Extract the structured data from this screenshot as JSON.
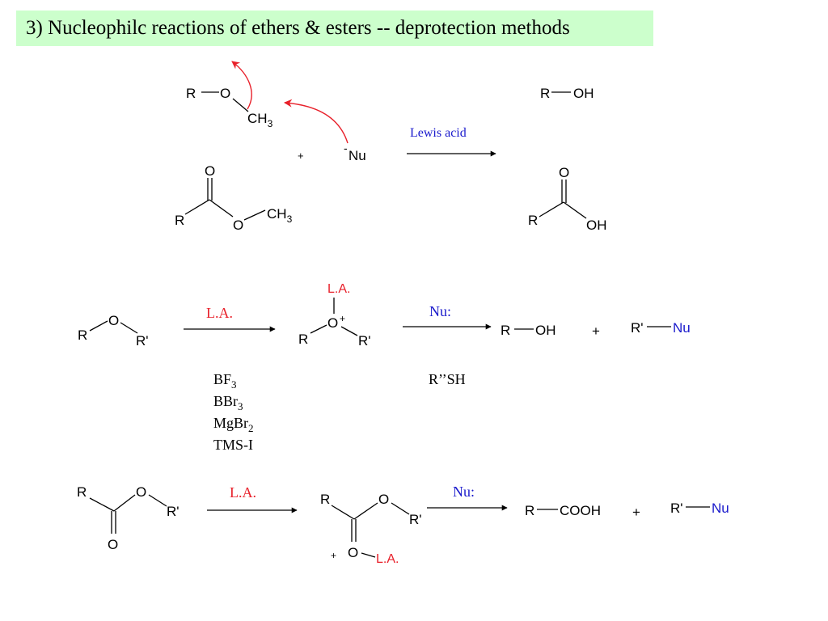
{
  "title": "3) Nucleophilc reactions of ethers & esters -- deprotection methods",
  "colors": {
    "title_bg": "#ccffcc",
    "red": "#e8212b",
    "blue": "#1a1acc",
    "black": "#000000"
  },
  "reaction1": {
    "ether": {
      "r": "R",
      "o": "O",
      "methyl": "CH",
      "methyl_sub": "3"
    },
    "plus": "+",
    "nucleophile": {
      "charge": "-",
      "label": "Nu"
    },
    "ester": {
      "r": "R",
      "carbonyl_o": "O",
      "ester_o": "O",
      "methyl": "CH",
      "methyl_sub": "3"
    },
    "reagent": "Lewis acid",
    "product_alcohol": {
      "r": "R",
      "oh": "OH"
    },
    "product_acid": {
      "r": "R",
      "carbonyl_o": "O",
      "oh": "OH"
    }
  },
  "reaction2": {
    "ether": {
      "r": "R",
      "o": "O",
      "r_prime": "R'"
    },
    "reagent": "L.A.",
    "lewis_acids": [
      {
        "base": "BF",
        "sub": "3"
      },
      {
        "base": "BBr",
        "sub": "3"
      },
      {
        "base": "MgBr",
        "sub": "2"
      },
      {
        "base": "TMS-I",
        "sub": ""
      }
    ],
    "complex": {
      "la": "L.A.",
      "o": "O",
      "charge": "+",
      "r": "R",
      "r_prime": "R'"
    },
    "nucleophile": "Nu:",
    "nucleophile_example": "R’’SH",
    "product_alcohol": {
      "r": "R",
      "oh": "OH"
    },
    "plus": "+",
    "product_nu": {
      "r_prime": "R'",
      "nu": "Nu"
    }
  },
  "reaction3": {
    "ester": {
      "r": "R",
      "ester_o": "O",
      "r_prime": "R'",
      "carbonyl_o": "O"
    },
    "reagent": "L.A.",
    "complex": {
      "r": "R",
      "ester_o": "O",
      "r_prime": "R'",
      "charge": "+",
      "carbonyl_o": "O",
      "la": "L.A."
    },
    "nucleophile": "Nu:",
    "product_acid": {
      "r": "R",
      "cooh": "COOH"
    },
    "plus": "+",
    "product_nu": {
      "r_prime": "R'",
      "nu": "Nu"
    }
  }
}
